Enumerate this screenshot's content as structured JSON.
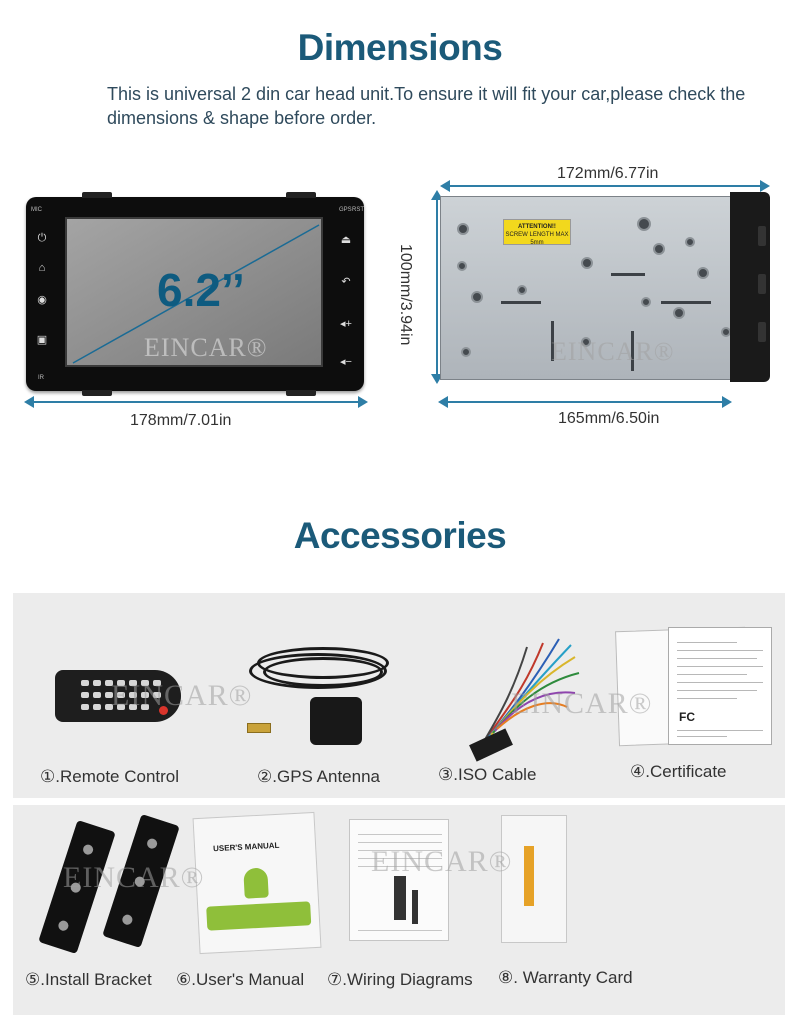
{
  "dimensions": {
    "title": "Dimensions",
    "intro_line1": "This is universal 2 din car head unit.To ensure it will fit your car,please check the",
    "intro_line2": "dimensions & shape before order.",
    "front_screen_size": "6.2’’",
    "front_width": "178mm/7.01in",
    "front_height": "100mm/3.94in",
    "side_top_width": "172mm/6.77in",
    "side_bottom_width": "165mm/6.50in",
    "front_labels": {
      "mic": "MIC",
      "gps": "GPS",
      "rst": "RST",
      "ir": "IR"
    },
    "attention_sticker": [
      "ATTENTION!!",
      "SCREW LENGTH MAX",
      "5mm"
    ]
  },
  "watermark": "EINCAR®",
  "accessories": {
    "title": "Accessories",
    "items": [
      {
        "number": "①",
        "label": ".Remote Control"
      },
      {
        "number": "②",
        "label": ".GPS Antenna"
      },
      {
        "number": "③",
        "label": ".ISO Cable"
      },
      {
        "number": "④",
        "label": ".Certificate"
      },
      {
        "number": "⑤",
        "label": ".Install Bracket"
      },
      {
        "number": "⑥",
        "label": ".User's Manual"
      },
      {
        "number": "⑦",
        "label": ".Wiring Diagrams"
      },
      {
        "number": "⑧",
        "label": ". Warranty Card"
      }
    ],
    "manual_cover_title": "USER'S MANUAL",
    "certificate_mark": "FC"
  },
  "colors": {
    "heading": "#1b5a79",
    "arrow": "#2e7ea6",
    "panel_bg": "#ececec"
  }
}
